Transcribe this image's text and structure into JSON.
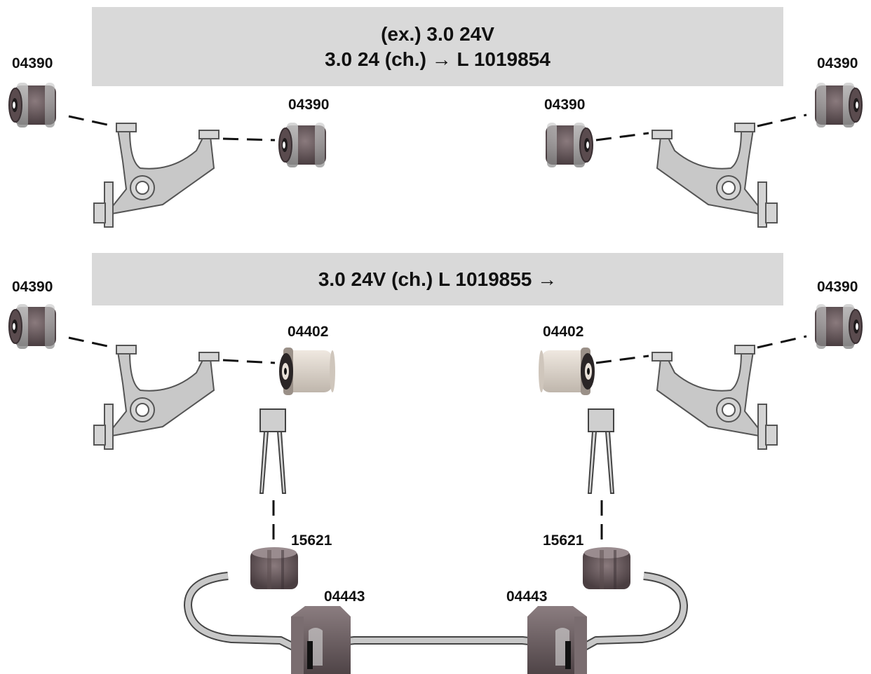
{
  "banners": {
    "top": {
      "line1": "(ex.) 3.0 24V",
      "line2": "3.0 24 (ch.) → L 1019854"
    },
    "mid": {
      "line1": "3.0 24V  (ch.) L 1019855 →"
    }
  },
  "labels": {
    "top_left_outer": "04390",
    "top_left_inner": "04390",
    "top_right_inner": "04390",
    "top_right_outer": "04390",
    "mid_left_outer": "04390",
    "mid_left_inner": "04402",
    "mid_right_inner": "04402",
    "mid_right_outer": "04390",
    "link_left": "15621",
    "link_right": "15621",
    "sway_left": "04443",
    "sway_right": "04443"
  },
  "colors": {
    "banner": "#d9d9d9",
    "arm_fill": "#c8c8c8",
    "arm_stroke": "#444444",
    "bushing_rubber": "#6b5a5e",
    "bushing_metal": "#a8a8a8",
    "bushing_light": "#d8d0c8"
  }
}
